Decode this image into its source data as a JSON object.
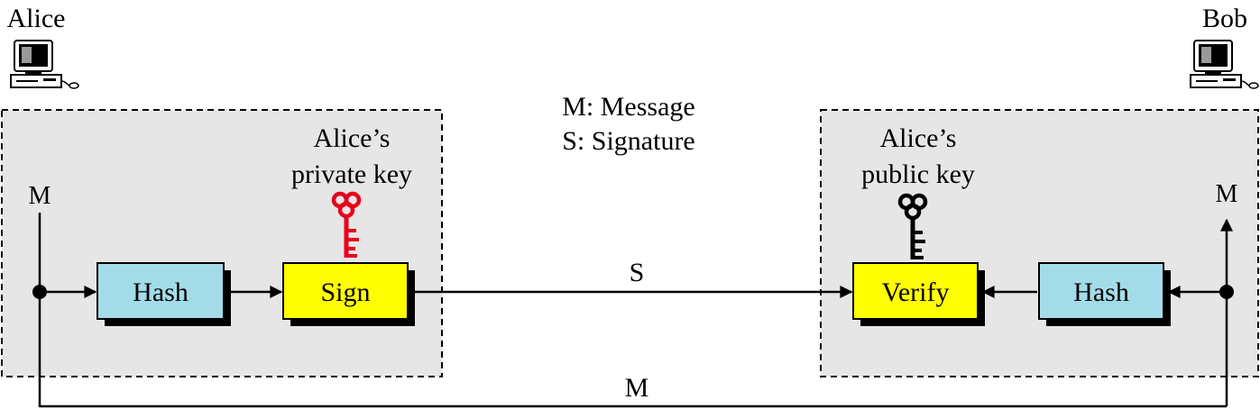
{
  "parties": {
    "sender": "Alice",
    "receiver": "Bob"
  },
  "legend": {
    "line1": "M: Message",
    "line2": "S: Signature"
  },
  "sender_side": {
    "key_label_line1": "Alice’s",
    "key_label_line2": "private key",
    "message_label": "M",
    "hash_label": "Hash",
    "sign_label": "Sign",
    "key_icon": "key-icon",
    "key_color": "#e8001c"
  },
  "receiver_side": {
    "key_label_line1": "Alice’s",
    "key_label_line2": "public key",
    "message_label": "M",
    "hash_label": "Hash",
    "verify_label": "Verify",
    "key_icon": "key-icon",
    "key_color": "#000000"
  },
  "channel": {
    "signature_label": "S",
    "message_label": "M"
  },
  "colors": {
    "panel_fill": "#e6e6e6",
    "hash_fill": "#a3dce8",
    "sign_fill": "#ffff00",
    "verify_fill": "#ffff00"
  },
  "icons": {
    "computer": "computer-icon"
  }
}
